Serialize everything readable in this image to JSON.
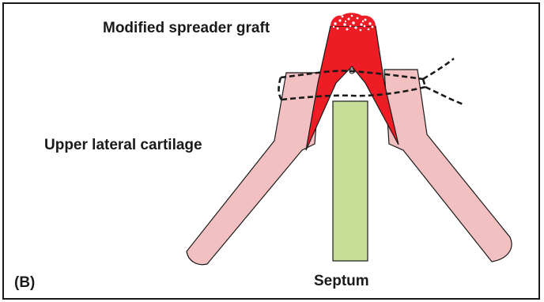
{
  "labels": {
    "graft": "Modified spreader graft",
    "upper_lateral_cartilage": "Upper lateral cartilage",
    "septum": "Septum",
    "panel": "(B)"
  },
  "colors": {
    "septum_fill": "#c5dd97",
    "cartilage_fill": "#f2c0c0",
    "graft_fill": "#ee1c25",
    "outline": "#1a1a1a",
    "border": "#1a1a1a",
    "background": "#ffffff"
  }
}
